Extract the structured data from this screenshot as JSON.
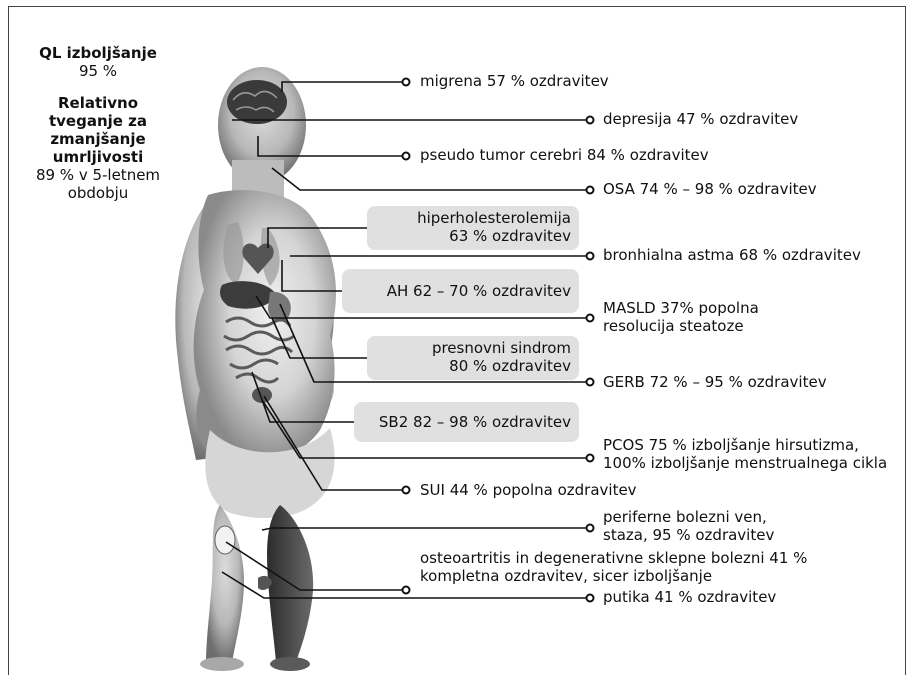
{
  "left_panel": {
    "ql_title": "QL izboljšanje",
    "ql_value": "95 %",
    "risk_title_1": "Relativno",
    "risk_title_2": "tveganje za",
    "risk_title_3": "zmanjšanje",
    "risk_title_4": "umrljivosti",
    "risk_value_1": "89 % v 5-letnem",
    "risk_value_2": "obdobju"
  },
  "labels": {
    "migrena": "migrena 57 % ozdravitev",
    "depresija": "depresija 47 % ozdravitev",
    "pseudo": "pseudo tumor cerebri 84 % ozdravitev",
    "osa": "OSA 74 % – 98 % ozdravitev",
    "astma": "bronhialna astma 68 % ozdravitev",
    "masld_1": "MASLD 37% popolna",
    "masld_2": "resolucija steatoze",
    "gerb": "GERB 72 % – 95 % ozdravitev",
    "pcos_1": "PCOS 75 % izboljšanje hirsutizma,",
    "pcos_2": "100% izboljšanje menstrualnega cikla",
    "sui": "SUI 44 % popolna ozdravitev",
    "periferne_1": "periferne bolezni ven,",
    "periferne_2": "staza, 95 % ozdravitev",
    "osteo_1": "osteoartritis in degenerativne sklepne bolezni 41 %",
    "osteo_2": "kompletna ozdravitev, sicer izboljšanje",
    "putika": "putika 41 % ozdravitev"
  },
  "boxes": {
    "hiper_1": "hiperholesterolemija",
    "hiper_2": "63 % ozdravitev",
    "ah": "AH 62 – 70 % ozdravitev",
    "presnovni_1": "presnovni sindrom",
    "presnovni_2": "80 % ozdravitev",
    "sb2": "SB2 82 – 98 % ozdravitev"
  },
  "colors": {
    "line": "#111111",
    "box_fill": "#e0e0e0"
  }
}
